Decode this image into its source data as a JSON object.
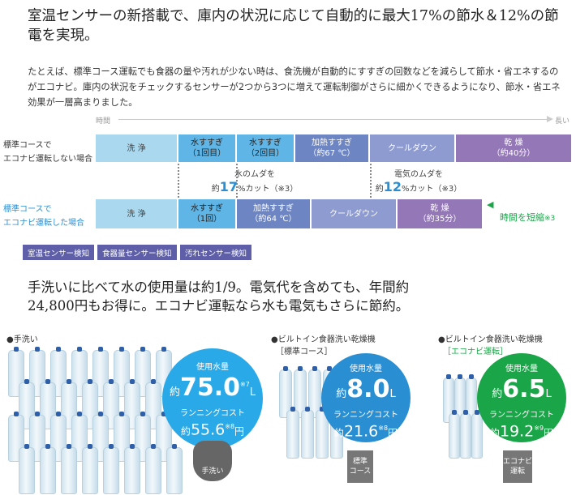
{
  "heading1": "室温センサーの新搭載で、庫内の状況に応じて自動的に最大17%の節水＆12%の節電を実現。",
  "paragraph1": "たとえば、標準コース運転でも食器の量や汚れが少ない時は、食洗機が自動的にすすぎの回数などを減らして節水・省エネするのがエコナビ。庫内の状況をチェックするセンサーが2つから3つに増えて運転制御がさらに細かくできるようになり、節水・省エネ効果が一層高まりました。",
  "timeline": {
    "axis_start": "時間",
    "axis_end": "長い",
    "row1_label_line1": "標準コースで",
    "row1_label_line2": "エコナビ運転しない場合",
    "row2_label_line1": "標準コースで",
    "row2_label_line2": "エコナビ運転した場合",
    "row1": [
      {
        "label": "洗 浄"
      },
      {
        "label": "水すすぎ\n（1回目）"
      },
      {
        "label": "水すすぎ\n（2回目）"
      },
      {
        "label": "加熱すすぎ\n（約67 ℃）"
      },
      {
        "label": "クールダウン"
      },
      {
        "label": "乾 燥\n（約40分）"
      }
    ],
    "row2": [
      {
        "label": "洗 浄"
      },
      {
        "label": "水すすぎ\n（1回）"
      },
      {
        "label": "加熱すすぎ\n（約64 ℃）"
      },
      {
        "label": "クールダウン"
      },
      {
        "label": "乾 燥\n（約35分）"
      }
    ],
    "water_waste": "水のムダを",
    "water_pre": "約",
    "water_value": "17",
    "water_suffix": "%カット（※3）",
    "power_waste": "電気のムダを",
    "power_pre": "約",
    "power_value": "12",
    "power_suffix": "%カット（※3）",
    "time_short": "時間を短縮",
    "time_note": "※3",
    "sensor_tags": [
      "室温センサー検知",
      "食器量センサー検知",
      "汚れセンサー検知"
    ]
  },
  "heading2_line1": "手洗いに比べて水の使用量は約1/9。電気代を含めても、年間約",
  "heading2_line2": "24,800円もお得に。エコナビ運転なら水も電気もさらに節約。",
  "comparison": [
    {
      "title": "●手洗い",
      "subtitle": "",
      "usage_label": "使用水量",
      "pre": "約",
      "value": "75.0",
      "unit": "L",
      "note": "※7",
      "cost_label": "ランニングコスト",
      "cost_pre": "約",
      "cost_value": "55.6",
      "cost_unit": "円",
      "cost_note": "※8",
      "badge": "手洗い"
    },
    {
      "title": "●ビルトイン食器洗い乾燥機",
      "subtitle": "［標準コース］",
      "usage_label": "使用水量",
      "pre": "約",
      "value": "8.0",
      "unit": "L",
      "note": "",
      "cost_label": "ランニングコスト",
      "cost_pre": "約",
      "cost_value": "21.6",
      "cost_unit": "円",
      "cost_note": "※8",
      "badge": "標準\nコース"
    },
    {
      "title": "●ビルトイン食器洗い乾燥機",
      "subtitle": "［エコナビ運転］",
      "usage_label": "使用水量",
      "pre": "約",
      "value": "6.5",
      "unit": "L",
      "note": "",
      "cost_label": "ランニングコスト",
      "cost_pre": "約",
      "cost_value": "19.2",
      "cost_unit": "円",
      "cost_note": "※9",
      "badge": "エコナビ\n運転"
    }
  ],
  "colors": {
    "accent": "#2a8fd2",
    "eco": "#1aa548",
    "sensor_tag": "#5e5fa8"
  }
}
